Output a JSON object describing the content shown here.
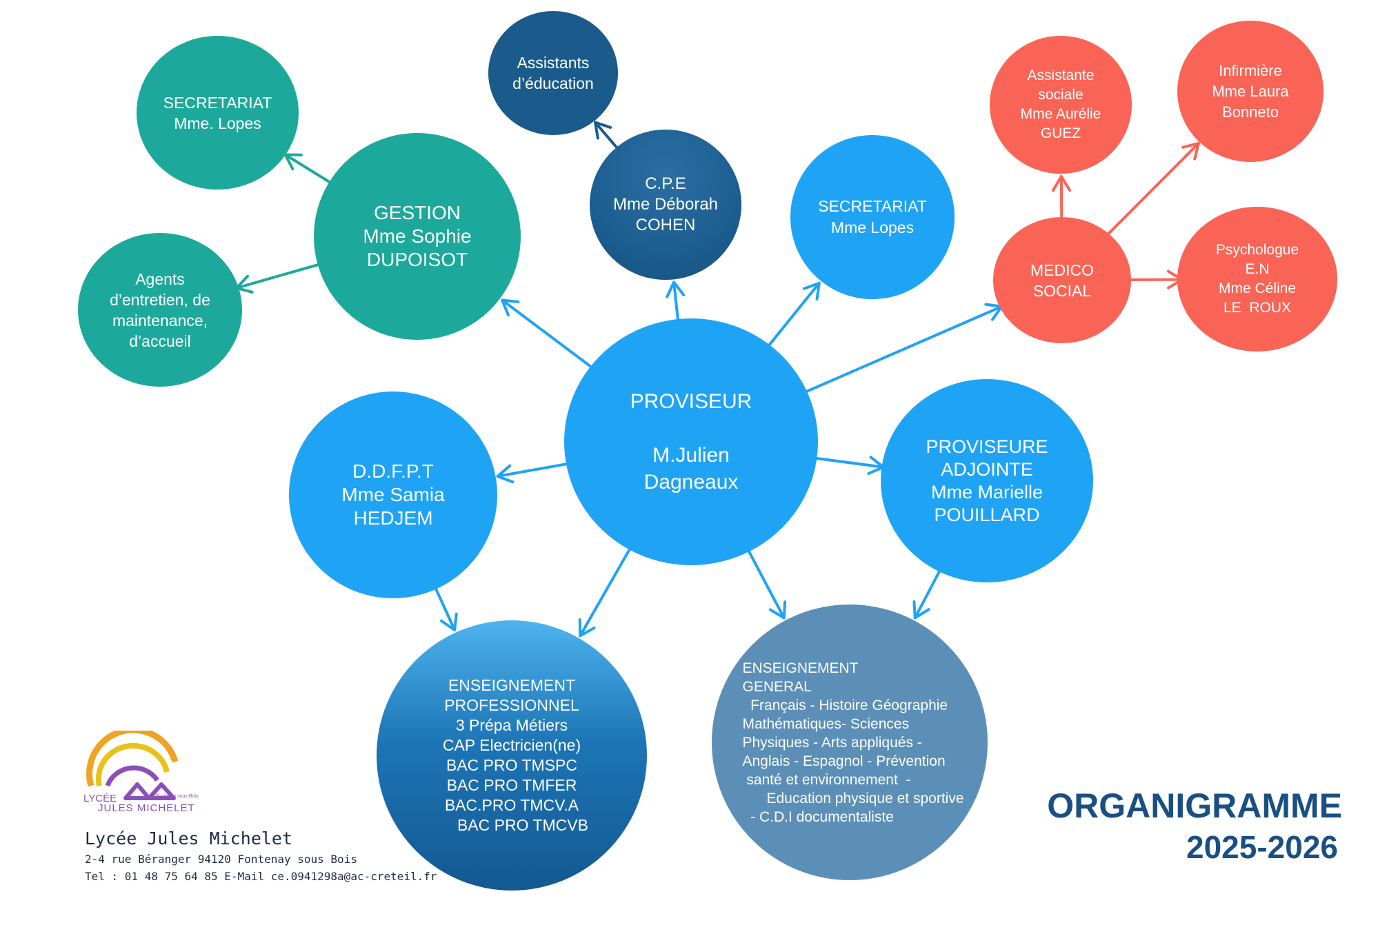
{
  "nodes": {
    "proviseur": {
      "lines": [
        "PROVISEUR",
        "",
        "M.Julien",
        "Dagneaux"
      ],
      "color": "#1fa3f5"
    },
    "gestion": {
      "lines": [
        "GESTION",
        "Mme Sophie",
        "DUPOISOT"
      ],
      "color": "#1ca99b"
    },
    "secretariat_gestion": {
      "lines": [
        "SECRETARIAT",
        "Mme. Lopes"
      ],
      "color": "#1ca99b"
    },
    "agents": {
      "lines": [
        "Agents",
        "d’entretien, de",
        "maintenance,",
        "d’accueil"
      ],
      "color": "#1ca99b"
    },
    "cpe": {
      "lines": [
        "C.P.E",
        "Mme Déborah",
        "COHEN"
      ],
      "color": "#1a5b8c"
    },
    "assistants": {
      "lines": [
        "Assistants",
        "d’éducation"
      ],
      "color": "#1a5b8c"
    },
    "secretariat": {
      "lines": [
        "SECRETARIAT",
        "Mme Lopes"
      ],
      "color": "#1fa3f5"
    },
    "medico": {
      "lines": [
        "MEDICO",
        "SOCIAL"
      ],
      "color": "#fa6456"
    },
    "assistante_sociale": {
      "lines": [
        "Assistante",
        "sociale",
        "Mme Aurélie",
        "GUEZ"
      ],
      "color": "#fa6456"
    },
    "infirmiere": {
      "lines": [
        "Infirmière",
        "Mme Laura",
        "Bonneto"
      ],
      "color": "#fa6456"
    },
    "psychologue": {
      "lines": [
        "Psychologue",
        "E.N",
        "Mme Céline",
        "LE  ROUX"
      ],
      "color": "#fa6456"
    },
    "ddfpt": {
      "lines": [
        "D.D.F.P.T",
        "Mme Samia",
        "HEDJEM"
      ],
      "color": "#1fa3f5"
    },
    "adjointe": {
      "lines": [
        "PROVISEURE",
        "ADJOINTE",
        "Mme Marielle",
        "POUILLARD"
      ],
      "color": "#1fa3f5"
    },
    "ens_pro": {
      "lines": [
        "ENSEIGNEMENT",
        "PROFESSIONNEL",
        "3 Prépa Métiers",
        "CAP Electricien(ne)",
        "BAC PRO TMSPC",
        "BAC PRO TMFER",
        "BAC.PRO TMCV.A",
        "     BAC PRO TMCVB"
      ],
      "color": "#1d75b6"
    },
    "ens_gen": {
      "lines": [
        "ENSEIGNEMENT",
        "GENERAL",
        "  Français - Histoire Géographie",
        "Mathématiques- Sciences",
        "Physiques - Arts appliqués -",
        "Anglais - Espagnol - Prévention",
        " santé et environnement  -",
        "      Education physique et sportive",
        "  - C.D.I documentaliste"
      ],
      "color": "#5b8fb7"
    }
  },
  "edges": [
    {
      "from": "proviseur",
      "to": "gestion"
    },
    {
      "from": "proviseur",
      "to": "cpe"
    },
    {
      "from": "proviseur",
      "to": "secretariat"
    },
    {
      "from": "proviseur",
      "to": "medico"
    },
    {
      "from": "proviseur",
      "to": "adjointe"
    },
    {
      "from": "proviseur",
      "to": "ddfpt"
    },
    {
      "from": "proviseur",
      "to": "ens_pro"
    },
    {
      "from": "proviseur",
      "to": "ens_gen"
    },
    {
      "from": "gestion",
      "to": "secretariat_gestion"
    },
    {
      "from": "gestion",
      "to": "agents"
    },
    {
      "from": "cpe",
      "to": "assistants"
    },
    {
      "from": "medico",
      "to": "assistante_sociale"
    },
    {
      "from": "medico",
      "to": "infirmiere"
    },
    {
      "from": "medico",
      "to": "psychologue"
    },
    {
      "from": "ddfpt",
      "to": "ens_pro"
    },
    {
      "from": "adjointe",
      "to": "ens_gen"
    }
  ],
  "school": {
    "logo_line1": "LYCÉE",
    "logo_line2": "JULES MICHELET",
    "logo_line3": "Fontenay sous Bois",
    "name": "Lycée Jules Michelet",
    "address": "2-4 rue Béranger 94120 Fontenay sous Bois",
    "contact": "Tel : 01 48 75 64 85  E-Mail ce.0941298a@ac-creteil.fr"
  },
  "title": {
    "line1": "ORGANIGRAMME",
    "line2": "2025-2026"
  },
  "colors": {
    "teal": "#1ca99b",
    "light_blue": "#1fa3f5",
    "dark_blue": "#1a5b8c",
    "coral": "#fa6456",
    "title_blue": "#1a4f82",
    "logo_purple": "#8a4fb8",
    "logo_orange": "#f0a224"
  }
}
